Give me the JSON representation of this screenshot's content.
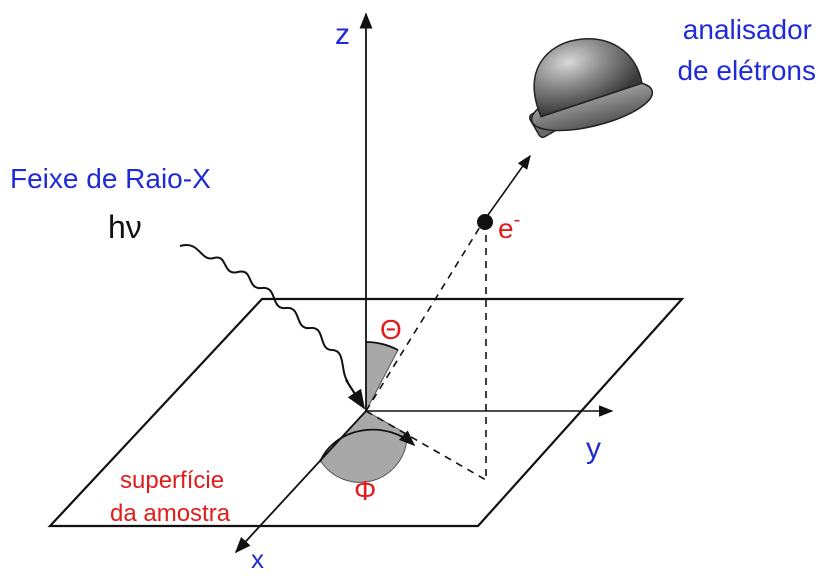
{
  "diagram": {
    "axes": {
      "z_label": "z",
      "y_label": "y",
      "x_label": "x"
    },
    "analyzer": {
      "line1": "analisador",
      "line2": "de elétrons"
    },
    "beam": {
      "title": "Feixe de Raio-X",
      "photon": "hν"
    },
    "electron": {
      "symbol": "e",
      "charge": "-"
    },
    "angles": {
      "theta": "Θ",
      "phi": "Φ"
    },
    "sample": {
      "line1": "superfície",
      "line2": "da amostra"
    },
    "colors": {
      "blue_text": "#1f2bd6",
      "red_text": "#e21b1b",
      "angle_fill": "#a8a8a8"
    }
  }
}
